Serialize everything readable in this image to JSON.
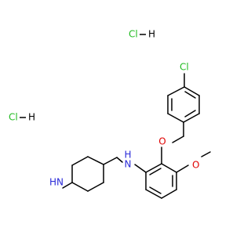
{
  "colors": {
    "bond": "#000000",
    "chlorine": "#22bb22",
    "nitrogen": "#2a2ad8",
    "oxygen": "#e00000",
    "hydrogen": "#000000"
  },
  "salts": [
    {
      "cl": "Cl",
      "h": "H"
    },
    {
      "cl": "Cl",
      "h": "H"
    }
  ],
  "atoms": [
    {
      "symbol": "Cl"
    },
    {
      "symbol": "O"
    },
    {
      "symbol": "O"
    },
    {
      "symbol": "N"
    },
    {
      "symbol": "H"
    },
    {
      "symbol": "N"
    },
    {
      "symbol": "H"
    }
  ]
}
